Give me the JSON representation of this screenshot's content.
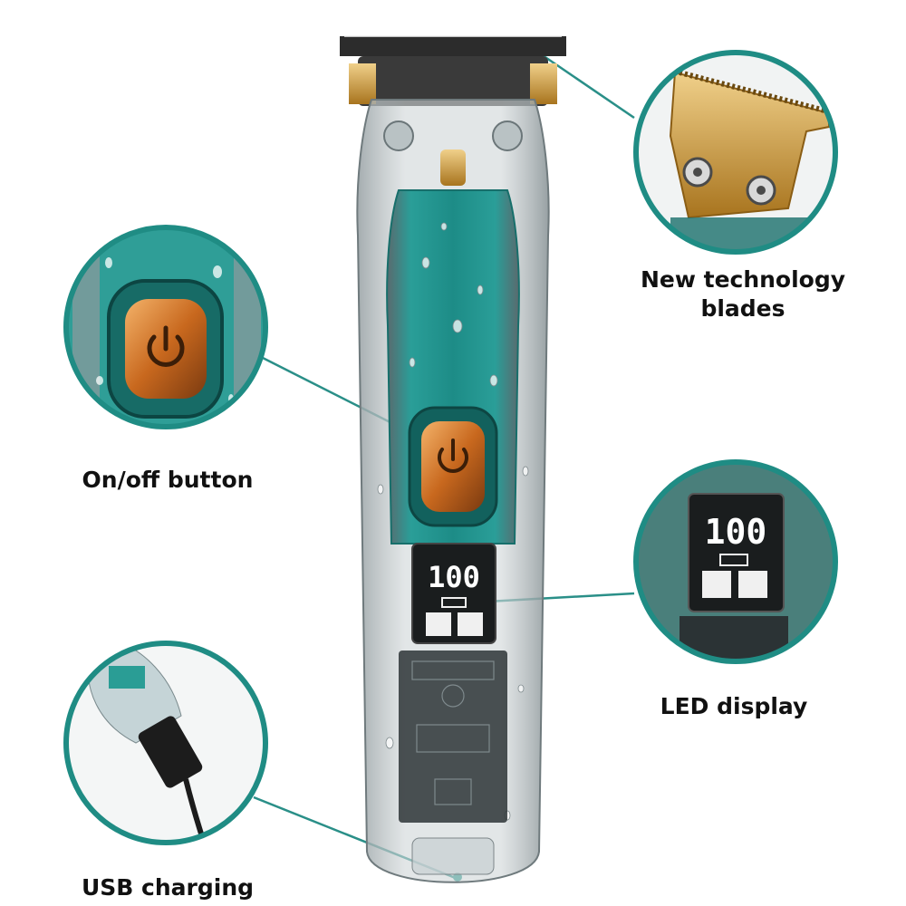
{
  "product": {
    "description_icon": "transparent-hair-trimmer"
  },
  "callouts": [
    {
      "id": "blades",
      "label_lines": [
        "New technology",
        "blades"
      ],
      "icon": "t-blade-icon"
    },
    {
      "id": "button",
      "label_lines": [
        "On/off button"
      ],
      "icon": "power-button-icon"
    },
    {
      "id": "display",
      "label_lines": [
        "LED display"
      ],
      "icon": "led-display-icon"
    },
    {
      "id": "usb",
      "label_lines": [
        "USB charging"
      ],
      "icon": "usb-cable-icon"
    }
  ],
  "display": {
    "digits": "100"
  },
  "colors": {
    "accent_teal": "#1f8c84",
    "body_teal": "#1a8f8a",
    "gold": "#c9962e",
    "copper": "#d9822b",
    "background": "#ffffff"
  }
}
